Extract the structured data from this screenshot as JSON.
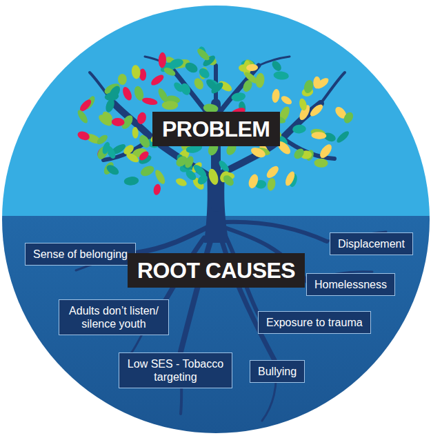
{
  "diagram": {
    "nodes": [
      {
        "text": [
          "PROBLEM"
        ]
      },
      {
        "text": [
          "Displacement"
        ]
      },
      {
        "text": [
          "Sense of belonging"
        ]
      },
      {
        "text": [
          "ROOT CAUSES"
        ]
      },
      {
        "text": [
          "Homelessness"
        ]
      },
      {
        "text": [
          "Adults don’t listen/ silence youth"
        ]
      },
      {
        "text": [
          "Exposure to trauma"
        ]
      },
      {
        "text": [
          "Low SES - Tobacco targeting"
        ]
      },
      {
        "text": [
          "Bullying"
        ]
      }
    ]
  }
}
